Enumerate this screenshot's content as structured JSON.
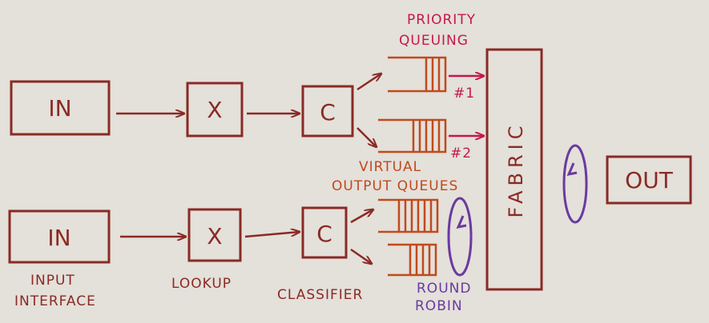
{
  "boxes": {
    "in_top": "IN",
    "in_bottom": "IN",
    "x_top": "X",
    "x_bottom": "X",
    "c_top": "C",
    "c_bottom": "C",
    "fabric": "FABRIC",
    "out": "OUT"
  },
  "labels": {
    "priority_line1": "PRIORITY",
    "priority_line2": "QUEUING",
    "queue1": "#1",
    "queue2": "#2",
    "voq_line1": "VIRTUAL",
    "voq_line2": "OUTPUT QUEUES",
    "input_line1": "INPUT",
    "input_line2": "INTERFACE",
    "lookup": "LOOKUP",
    "classifier": "CLASSIFIER",
    "rr_line1": "ROUND",
    "rr_line2": "ROBIN"
  },
  "colors": {
    "box": "#8a2a24",
    "queue": "#c04a1c",
    "priority": "#c41848",
    "round_robin": "#6a3aa0"
  }
}
